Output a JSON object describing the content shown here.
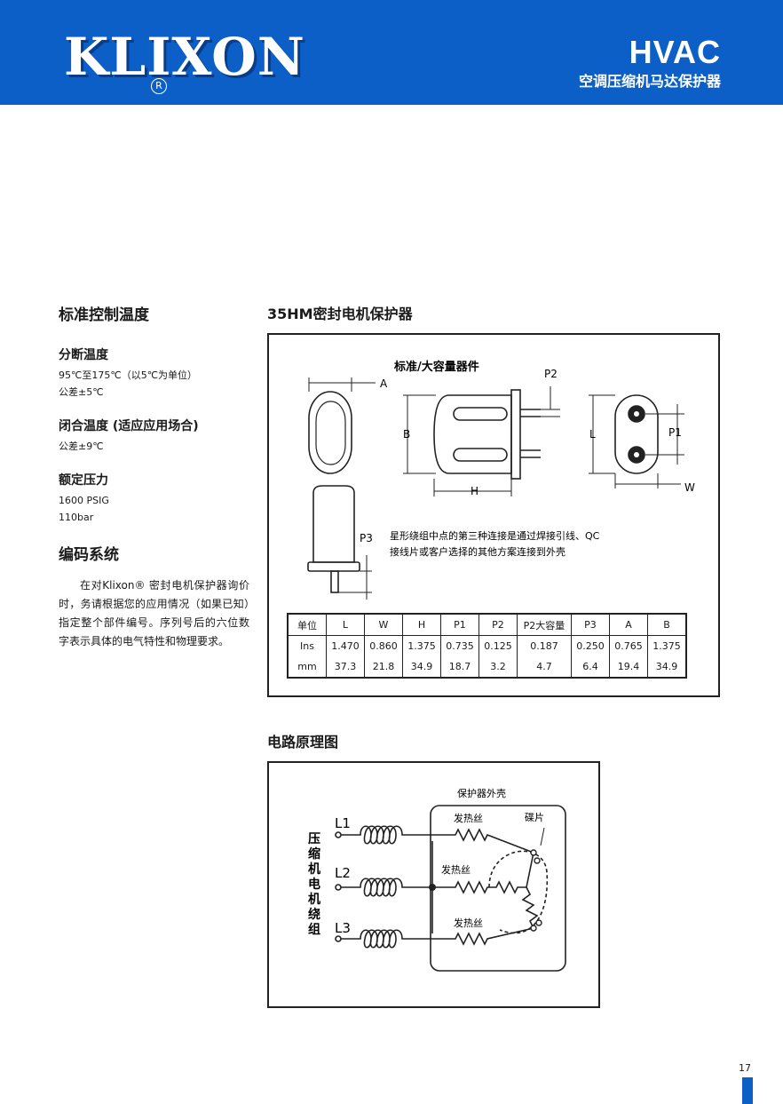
{
  "header": {
    "logo_text": "KLIXON",
    "registered": "R",
    "product_line": "HVAC",
    "subtitle": "空调压缩机马达保护器"
  },
  "left": {
    "title": "标准控制温度",
    "open_temp": {
      "label": "分断温度",
      "range": "95℃至175℃（以5℃为单位）",
      "tolerance": "公差±5℃"
    },
    "close_temp": {
      "label": "闭合温度 (适应应用场合)",
      "tolerance": "公差±9℃"
    },
    "pressure": {
      "label": "额定压力",
      "psig": "1600 PSIG",
      "bar": "110bar"
    },
    "coding": {
      "title": "编码系统",
      "text": "在对Klixon® 密封电机保护器询价时，务请根据您的应用情况（如果已知）指定整个部件编号。序列号后的六位数字表示具体的电气特性和物理要求。"
    }
  },
  "section1": {
    "title": "35HM密封电机保护器",
    "figure": {
      "caption": "标准/大容量器件",
      "labels": {
        "A": "A",
        "B": "B",
        "H": "H",
        "L": "L",
        "W": "W",
        "P1": "P1",
        "P2": "P2",
        "P3": "P3"
      },
      "note_line1": "星形绕组中点的第三种连接是通过焊接引线、QC",
      "note_line2": "接线片或客户选择的其他方案连接到外壳"
    },
    "table": {
      "headers": [
        "单位",
        "L",
        "W",
        "H",
        "P1",
        "P2",
        "P2大容量",
        "P3",
        "A",
        "B"
      ],
      "rows": [
        [
          "Ins",
          "1.470",
          "0.860",
          "1.375",
          "0.735",
          "0.125",
          "0.187",
          "0.250",
          "0.765",
          "1.375"
        ],
        [
          "mm",
          "37.3",
          "21.8",
          "34.9",
          "18.7",
          "3.2",
          "4.7",
          "6.4",
          "19.4",
          "34.9"
        ]
      ]
    }
  },
  "section2": {
    "title": "电路原理图",
    "diagram": {
      "side_label": [
        "压",
        "缩",
        "机",
        "电",
        "机",
        "绕",
        "组"
      ],
      "L1": "L1",
      "L2": "L2",
      "L3": "L3",
      "housing": "保护器外壳",
      "disc": "碟片",
      "heater1": "发热丝",
      "heater2": "发热丝",
      "heater3": "发热丝"
    }
  },
  "footer": {
    "page_number": "17"
  }
}
